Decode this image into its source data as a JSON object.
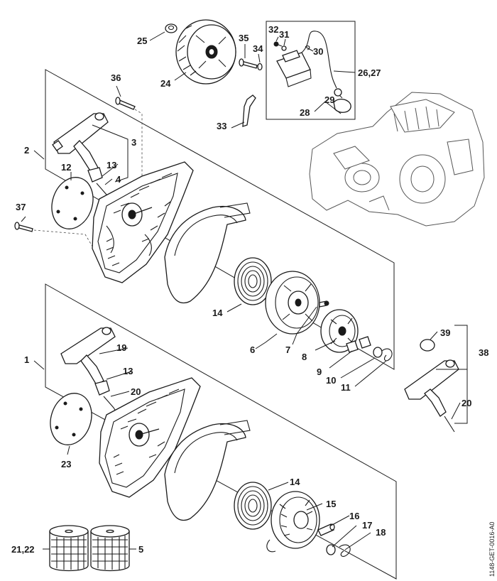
{
  "drawing_code": "1148-GET-0016-A0",
  "callouts": [
    {
      "id": "c25",
      "text": "25"
    },
    {
      "id": "c24",
      "text": "24"
    },
    {
      "id": "c35",
      "text": "35"
    },
    {
      "id": "c34",
      "text": "34"
    },
    {
      "id": "c32",
      "text": "32"
    },
    {
      "id": "c31",
      "text": "31"
    },
    {
      "id": "c30",
      "text": "30"
    },
    {
      "id": "c2627",
      "text": "26,27"
    },
    {
      "id": "c29",
      "text": "29"
    },
    {
      "id": "c28",
      "text": "28"
    },
    {
      "id": "c33",
      "text": "33"
    },
    {
      "id": "c36",
      "text": "36"
    },
    {
      "id": "c2",
      "text": "2"
    },
    {
      "id": "c3",
      "text": "3"
    },
    {
      "id": "c13a",
      "text": "13"
    },
    {
      "id": "c4",
      "text": "4"
    },
    {
      "id": "c12",
      "text": "12"
    },
    {
      "id": "c37",
      "text": "37"
    },
    {
      "id": "c14a",
      "text": "14"
    },
    {
      "id": "c6",
      "text": "6"
    },
    {
      "id": "c7",
      "text": "7"
    },
    {
      "id": "c8",
      "text": "8"
    },
    {
      "id": "c9",
      "text": "9"
    },
    {
      "id": "c10",
      "text": "10"
    },
    {
      "id": "c11",
      "text": "11"
    },
    {
      "id": "c39",
      "text": "39"
    },
    {
      "id": "c38",
      "text": "38"
    },
    {
      "id": "c20b",
      "text": "20"
    },
    {
      "id": "c1",
      "text": "1"
    },
    {
      "id": "c19",
      "text": "19"
    },
    {
      "id": "c13b",
      "text": "13"
    },
    {
      "id": "c20a",
      "text": "20"
    },
    {
      "id": "c23",
      "text": "23"
    },
    {
      "id": "c14b",
      "text": "14"
    },
    {
      "id": "c15",
      "text": "15"
    },
    {
      "id": "c16",
      "text": "16"
    },
    {
      "id": "c17",
      "text": "17"
    },
    {
      "id": "c18",
      "text": "18"
    },
    {
      "id": "c2122",
      "text": "21,22"
    },
    {
      "id": "c5",
      "text": "5"
    }
  ]
}
